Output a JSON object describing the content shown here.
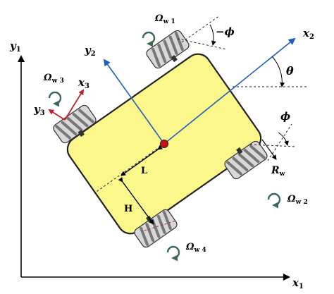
{
  "axes": {
    "x1": {
      "main": "x",
      "sub": "1"
    },
    "y1": {
      "main": "y",
      "sub": "1"
    },
    "x2": {
      "main": "x",
      "sub": "2"
    },
    "y2": {
      "main": "y",
      "sub": "2"
    },
    "x3": {
      "main": "x",
      "sub": "3"
    },
    "y3": {
      "main": "y",
      "sub": "3"
    }
  },
  "angles": {
    "theta": "θ",
    "phi": "ϕ",
    "neg_phi": "−ϕ"
  },
  "dimensions": {
    "L": "L",
    "H": "H",
    "Rw": {
      "main": "R",
      "sub": "w"
    }
  },
  "wheel_speeds": [
    {
      "id": "w1",
      "main": "Ω",
      "sub": "w 1"
    },
    {
      "id": "w2",
      "main": "Ω",
      "sub": "w 2"
    },
    {
      "id": "w3",
      "main": "Ω",
      "sub": "w 3"
    },
    {
      "id": "w4",
      "main": "Ω",
      "sub": "w 4"
    }
  ],
  "colors": {
    "body_fill": "#fbf78a",
    "body_stroke": "#222222",
    "local_frame": "#1f5fbf",
    "wheel_frame": "#c0202a",
    "center_point": "#cc1111",
    "rotation_arrow": "#3a6b52",
    "wheel_fill": "#d8d8d8",
    "roller_dark": "#7a7a7a"
  },
  "icons": {
    "rotation": "curved-arrow-icon",
    "center": "center-of-mass-dot"
  }
}
